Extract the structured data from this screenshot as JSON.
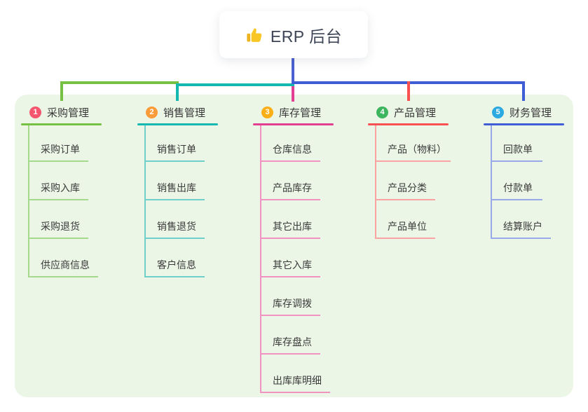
{
  "root": {
    "label": "ERP 后台",
    "icon": "thumbs-up-icon"
  },
  "branches": [
    {
      "index": "1",
      "title": "采购管理",
      "badge_color": "#f5566e",
      "line_color": "#76c043",
      "child_line_color": "#a5d98b",
      "children": [
        "采购订单",
        "采购入库",
        "采购退货",
        "供应商信息"
      ]
    },
    {
      "index": "2",
      "title": "销售管理",
      "badge_color": "#fb9b3a",
      "line_color": "#14b8ae",
      "child_line_color": "#6fd0c9",
      "children": [
        "销售订单",
        "销售出库",
        "销售退货",
        "客户信息"
      ]
    },
    {
      "index": "3",
      "title": "库存管理",
      "badge_color": "#fbaf17",
      "line_color": "#e23e92",
      "child_line_color": "#f093c2",
      "children": [
        "仓库信息",
        "产品库存",
        "其它出库",
        "其它入库",
        "库存调拨",
        "库存盘点",
        "出库库明细"
      ]
    },
    {
      "index": "4",
      "title": "产品管理",
      "badge_color": "#3cb55e",
      "line_color": "#f95052",
      "child_line_color": "#f9a4a2",
      "children": [
        "产品（物料）",
        "产品分类",
        "产品单位"
      ]
    },
    {
      "index": "5",
      "title": "财务管理",
      "badge_color": "#2ba9e0",
      "line_color": "#3f5ed6",
      "child_line_color": "#97a9e6",
      "children": [
        "回款单",
        "付款单",
        "结算账户"
      ]
    }
  ],
  "colors": {
    "panel_background": "#ecf6e7",
    "root_stem": "#4b61d1",
    "text_dark": "#383838"
  }
}
